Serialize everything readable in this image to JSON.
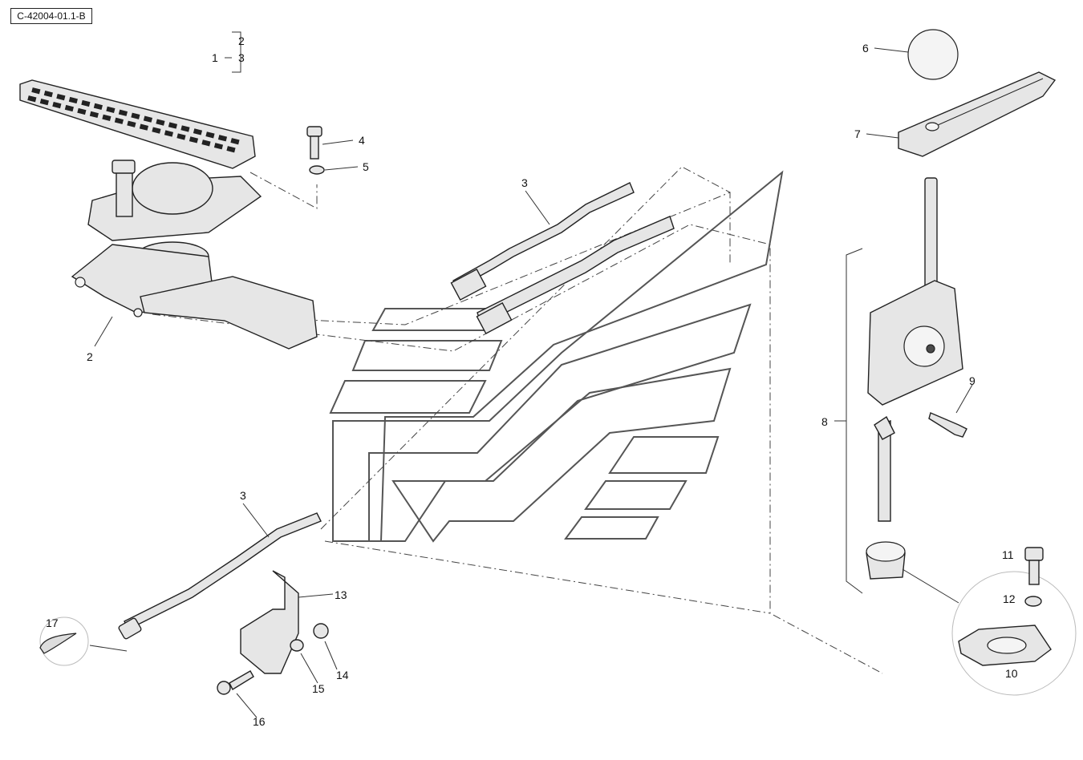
{
  "diagram_id": "C-42004-01.1-B",
  "callouts": [
    {
      "key": "1",
      "label": "1"
    },
    {
      "key": "2a",
      "label": "2"
    },
    {
      "key": "3a",
      "label": "3"
    },
    {
      "key": "2b",
      "label": "2"
    },
    {
      "key": "3b",
      "label": "3"
    },
    {
      "key": "3c",
      "label": "3"
    },
    {
      "key": "4",
      "label": "4"
    },
    {
      "key": "5",
      "label": "5"
    },
    {
      "key": "6",
      "label": "6"
    },
    {
      "key": "7",
      "label": "7"
    },
    {
      "key": "8",
      "label": "8"
    },
    {
      "key": "9",
      "label": "9"
    },
    {
      "key": "10",
      "label": "10"
    },
    {
      "key": "11",
      "label": "11"
    },
    {
      "key": "12",
      "label": "12"
    },
    {
      "key": "13",
      "label": "13"
    },
    {
      "key": "14",
      "label": "14"
    },
    {
      "key": "15",
      "label": "15"
    },
    {
      "key": "16",
      "label": "16"
    },
    {
      "key": "17",
      "label": "17"
    }
  ]
}
